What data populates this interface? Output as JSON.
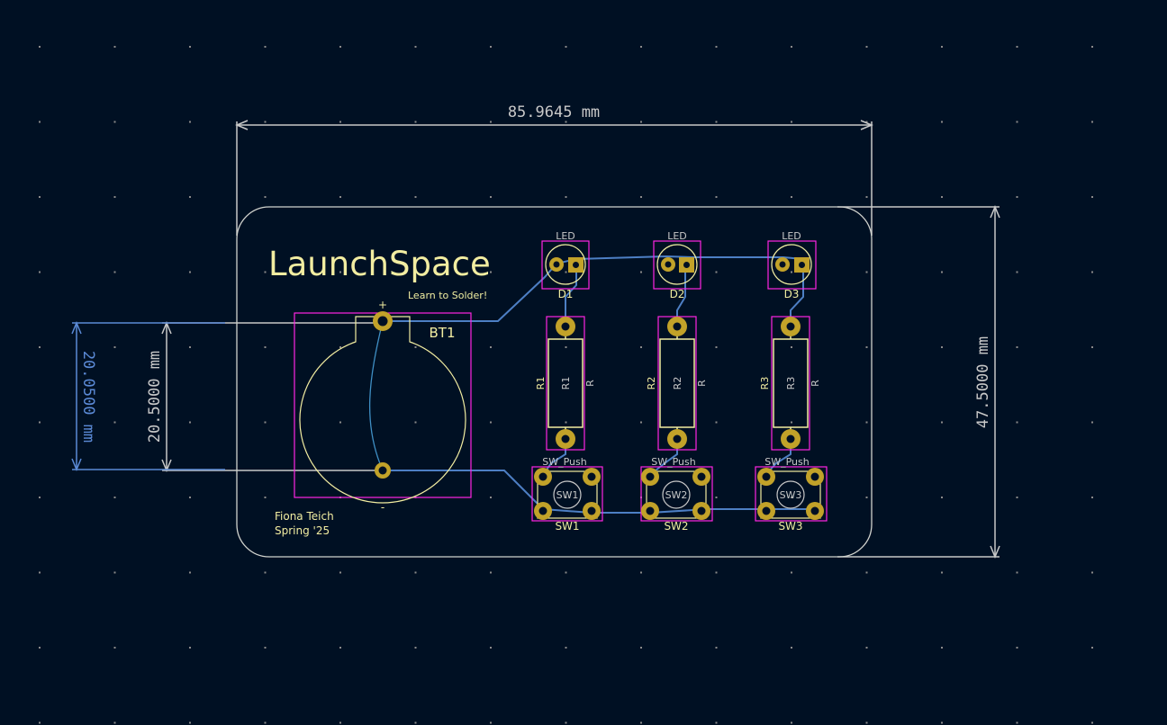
{
  "dimensions": {
    "width_label": "85.9645 mm",
    "height_label": "47.5000 mm",
    "inner_height_label": "20.5000 mm",
    "outer_height_label": "20.0500 mm"
  },
  "board": {
    "title": "LaunchSpace",
    "subtitle": "Learn to Solder!",
    "author": "Fiona Teich",
    "term": "Spring '25"
  },
  "battery": {
    "ref": "BT1",
    "plus": "+",
    "minus": "-"
  },
  "leds": [
    {
      "value": "LED",
      "ref": "D1"
    },
    {
      "value": "LED",
      "ref": "D2"
    },
    {
      "value": "LED",
      "ref": "D3"
    }
  ],
  "resistors": [
    {
      "ref": "R1",
      "body_ref": "R1",
      "value": "R"
    },
    {
      "ref": "R2",
      "body_ref": "R2",
      "value": "R"
    },
    {
      "ref": "R3",
      "body_ref": "R3",
      "value": "R"
    }
  ],
  "switches": [
    {
      "value": "SW_Push",
      "body_ref": "SW1",
      "ref": "SW1"
    },
    {
      "value": "SW_Push",
      "body_ref": "SW2",
      "ref": "SW2"
    },
    {
      "value": "SW_Push",
      "body_ref": "SW3",
      "ref": "SW3"
    }
  ],
  "colors": {
    "background": "#001023",
    "grid_dot": "#8a8a8a",
    "edge_cuts": "#d0d2cd",
    "silkscreen": "#f2eda1",
    "courtyard": "#ff26e2",
    "pad": "#c2a229",
    "track": "#4d7fc4",
    "dimension_blue": "#5b8ad6"
  }
}
